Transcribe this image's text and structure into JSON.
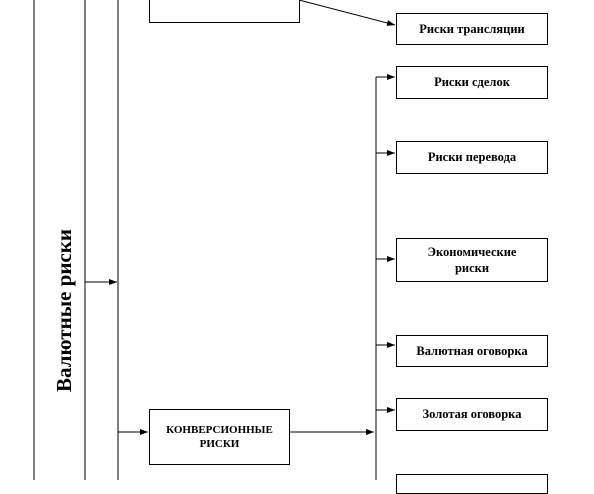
{
  "diagram": {
    "title": "Валютные риски",
    "boxes": {
      "translation": "Риски трансляции",
      "transactions": "Риски сделок",
      "conversion_transfer": "Риски перевода",
      "economic": "Экономические риски",
      "currency_clause": "Валютная оговорка",
      "gold_clause": "Золотая оговорка",
      "conversion": "КОНВЕРСИОННЫЕ РИСКИ"
    }
  }
}
